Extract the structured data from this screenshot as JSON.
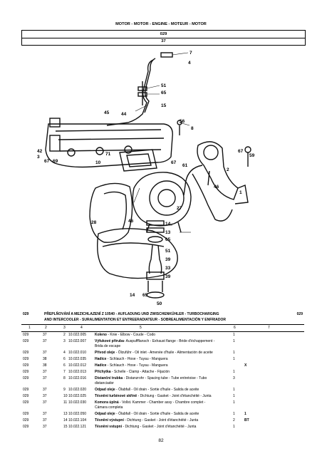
{
  "header": {
    "section_title": "MOTOR - MOTOR - ENGINE - MOTEUR - MOTOR",
    "group_code": "029",
    "figure_no": "37"
  },
  "diagram_labels": [
    "7",
    "4",
    "51",
    "65",
    "15",
    "45",
    "44",
    "56",
    "8",
    "42",
    "3",
    "67",
    "69",
    "71",
    "10",
    "67",
    "61",
    "2",
    "67",
    "59",
    "46",
    "27",
    "28",
    "46",
    "14",
    "13",
    "65",
    "51",
    "39",
    "33",
    "39",
    "14",
    "65",
    "50",
    "1"
  ],
  "table": {
    "group_left": "029",
    "group_right": "029",
    "title_line1": "PŘEPLŇOVÁNÍ A MEZICHLAZENÍ Z 10540 - AUFLADUNG UND ZWISCHENKÜHLER - TURBOCHARGING",
    "title_line2": "AND INTERCOOLER - SURALIMENTATION ET ENTREERADIATEUR - SOBREALIMENTACIÓN Y ENFRIADOR",
    "columns": [
      "1",
      "2",
      "3",
      "4",
      "5",
      "6",
      "7"
    ],
    "rows": [
      {
        "c1": "029",
        "c2": "37",
        "c3": "2",
        "c4": "10.022.005",
        "name": "Koleno",
        "desc": " - Knie - Elbow - Coude - Codo",
        "c6": "1",
        "c7": ""
      },
      {
        "c1": "029",
        "c2": "37",
        "c3": "3",
        "c4": "10.022.007",
        "name": "Výfukové příruba",
        "desc": "- Auspuffflansch - Exhaust flange - Bride d'échappement - Brida de escape",
        "c6": "1",
        "c7": ""
      },
      {
        "c1": "029",
        "c2": "37",
        "c3": "4",
        "c4": "10.022.010",
        "name": "Přívod oleje",
        "desc": " - Ölzuführ - Oil inlet - Amenée d'huile - Alimentación de aceite",
        "c6": "1",
        "c7": ""
      },
      {
        "c1": "029",
        "c2": "38",
        "c3": "6",
        "c4": "10.022.035",
        "name": "Hadice",
        "desc": " - Schlauch - Hose - Tuyau - Manguera",
        "c6": "1",
        "c7": ""
      },
      {
        "c1": "029",
        "c2": "38",
        "c3": "6",
        "c4": "10.022.012",
        "name": "Hadice",
        "desc": " - Schlauch - Hose - Tuyau - Manguera",
        "c6": "",
        "c7": "X"
      },
      {
        "c1": "029",
        "c2": "37",
        "c3": "7",
        "c4": "10.022.013",
        "name": "Příchytka",
        "desc": " - Schelle - Clamp - Attache - Fijación",
        "c6": "1",
        "c7": ""
      },
      {
        "c1": "029",
        "c2": "37",
        "c3": "8",
        "c4": "10.022.016",
        "name": "Distanční trubka",
        "desc": " - Distanzrohr - Spacing tube - Tube entretoise - Tubo distanciador",
        "c6": "3",
        "c7": ""
      },
      {
        "c1": "029",
        "c2": "37",
        "c3": "9",
        "c4": "10.022.020",
        "name": "Odpad oleje",
        "desc": " - Ölabfall - Oil drain - Sortie d'huile - Salida de aceite",
        "c6": "1",
        "c7": ""
      },
      {
        "c1": "029",
        "c2": "37",
        "c3": "10",
        "c4": "10.022.025",
        "name": "Těsnění turbínové skříně",
        "desc": " - Dichtung - Gasket - Joint d'étanchéité - Junta",
        "c6": "1",
        "c7": ""
      },
      {
        "c1": "029",
        "c2": "37",
        "c3": "11",
        "c4": "10.022.030",
        "name": "Komora úplná",
        "desc": " - Vollst. Kammer - Chamber assy - Chambre complet - Cámara completa",
        "c6": "1",
        "c7": ""
      },
      {
        "c1": "029",
        "c2": "37",
        "c3": "13",
        "c4": "10.022.050",
        "name": "Odpad oleje",
        "desc": " - Ölabfall - Oil drain - Sortie d'huile - Salida de aceite",
        "c6": "1",
        "c7": "1"
      },
      {
        "c1": "029",
        "c2": "37",
        "c3": "14",
        "c4": "10.022.104",
        "name": "Těsnění výstupní",
        "desc": " - Dichtung - Gasket - Joint d'étanchéité - Junta",
        "c6": "2",
        "c7": "BT"
      },
      {
        "c1": "029",
        "c2": "37",
        "c3": "15",
        "c4": "10.022.121",
        "name": "Těsnění vstupní",
        "desc": " - Dichtung - Gasket - Joint d'étanchéité - Junta",
        "c6": "1",
        "c7": ""
      }
    ]
  },
  "footer": {
    "page_number": "82"
  }
}
